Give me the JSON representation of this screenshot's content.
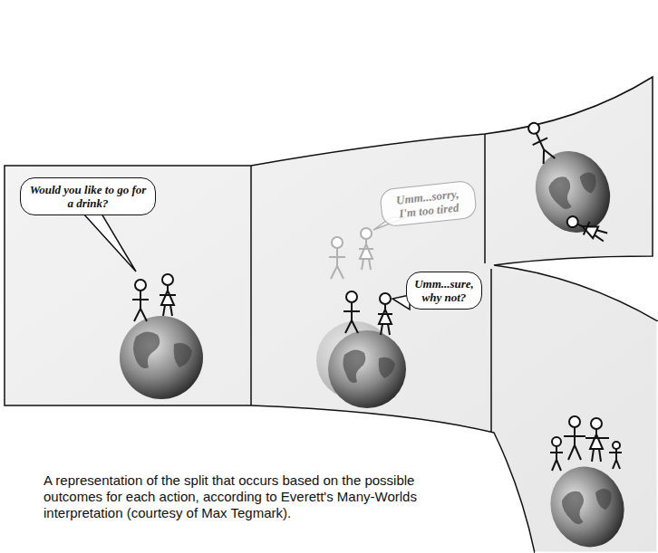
{
  "diagram": {
    "caption": "A representation of the split that occurs based on the possible outcomes for each action, according to Everett's Many-Worlds interpretation (courtesy of Max Tegmark).",
    "nodes": [
      {
        "text": [
          "Would you like to go for a drink?"
        ]
      },
      {
        "text": [
          "Umm...sorry, I'm too tired"
        ]
      },
      {
        "text": [
          "Umm...sure, why not?"
        ]
      }
    ]
  }
}
